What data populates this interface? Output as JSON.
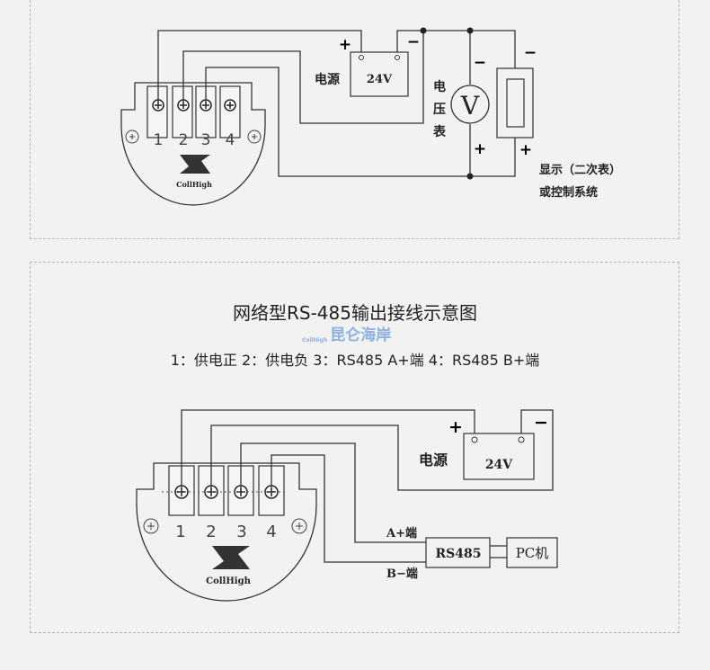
{
  "diagram1": {
    "power_label": "电源",
    "voltage": "24V",
    "plus": "+",
    "minus": "−",
    "voltmeter_label": [
      "电",
      "压",
      "表"
    ],
    "voltmeter_symbol": "V",
    "display_label_1": "显示（二次表）",
    "display_label_2": "或控制系统",
    "terminals": [
      "1",
      "2",
      "3",
      "4"
    ],
    "brand": "CollHigh"
  },
  "diagram2": {
    "title": "网络型RS-485输出接线示意图",
    "watermark": "昆仑海岸",
    "watermark_sub": "CollHigh",
    "legend": "1：供电正 2：供电负 3：RS485 A+端 4：RS485 B+端",
    "power_label": "电源",
    "voltage": "24V",
    "plus": "+",
    "minus": "−",
    "a_label": "A+端",
    "b_label": "B−端",
    "rs485_label": "RS485",
    "pc_label": "PC机",
    "terminals": [
      "1",
      "2",
      "3",
      "4"
    ],
    "brand": "CollHigh"
  }
}
